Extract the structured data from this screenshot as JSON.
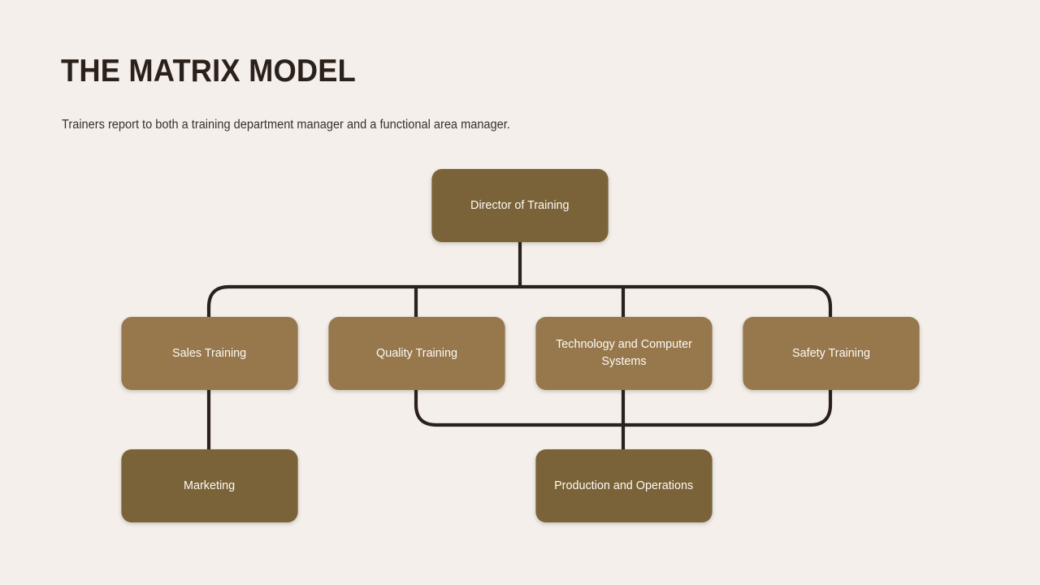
{
  "slide": {
    "background_color": "#f4efeb",
    "title": "THE MATRIX MODEL",
    "subtitle": "Trainers report to both a training department manager and a functional area manager."
  },
  "theme": {
    "dark_node_color": "#7a6338",
    "light_node_color": "#96784c",
    "connector_color": "#2b211a",
    "node_text_color": "#fdfaf6",
    "title_color": "#2b211a",
    "subtitle_color": "#3a3028"
  },
  "chart_data": {
    "type": "diagram",
    "title": "THE MATRIX MODEL",
    "subtitle": "Trainers report to both a training department manager and a functional area manager.",
    "levels": [
      {
        "name": "director",
        "nodes": [
          "Director of Training"
        ]
      },
      {
        "name": "training-departments",
        "nodes": [
          "Sales Training",
          "Quality Training",
          "Technology and Computer Systems",
          "Safety Training"
        ]
      },
      {
        "name": "functional-areas",
        "nodes": [
          "Marketing",
          "Production and Operations"
        ]
      }
    ],
    "edges": [
      {
        "from": "Director of Training",
        "to": "Sales Training"
      },
      {
        "from": "Director of Training",
        "to": "Quality Training"
      },
      {
        "from": "Director of Training",
        "to": "Technology and Computer Systems"
      },
      {
        "from": "Director of Training",
        "to": "Safety Training"
      },
      {
        "from": "Sales Training",
        "to": "Marketing"
      },
      {
        "from": "Quality Training",
        "to": "Production and Operations"
      },
      {
        "from": "Technology and Computer Systems",
        "to": "Production and Operations"
      },
      {
        "from": "Safety Training",
        "to": "Production and Operations"
      }
    ]
  },
  "nodes": {
    "director": {
      "label": "Director of Training",
      "style": "dark"
    },
    "sales": {
      "label": "Sales Training",
      "style": "light"
    },
    "quality": {
      "label": "Quality Training",
      "style": "light"
    },
    "technology": {
      "label": "Technology and Computer Systems",
      "style": "light"
    },
    "safety": {
      "label": "Safety Training",
      "style": "light"
    },
    "marketing": {
      "label": "Marketing",
      "style": "dark"
    },
    "production": {
      "label": "Production and Operations",
      "style": "dark"
    }
  }
}
